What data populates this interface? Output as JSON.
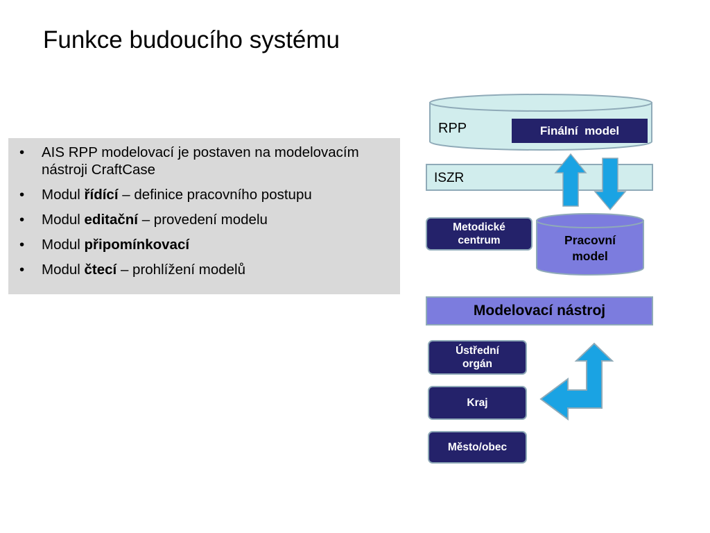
{
  "title": "Funkce budoucího systému",
  "bullets": [
    {
      "pre": "AIS RPP modelovací je postaven na modelovacím nástroji CraftCase",
      "bold": "",
      "post": ""
    },
    {
      "pre": "Modul ",
      "bold": "řídící",
      "post": " – definice pracovního postupu"
    },
    {
      "pre": "Modul ",
      "bold": "editační",
      "post": " – provedení modelu"
    },
    {
      "pre": "Modul ",
      "bold": "připomínkovací",
      "post": ""
    },
    {
      "pre": "Modul ",
      "bold": "čtecí",
      "post": " – prohlížení modelů"
    }
  ],
  "diagram": {
    "rpp_label": "RPP",
    "final_model": "Finální  model",
    "iszr_label": "ISZR",
    "metodicke_centrum": "Metodické centrum",
    "pracovni_model": "Pracovní model",
    "modelovaci_nastroj": "Modelovací nástroj",
    "ustredni_organ": "Ústřední orgán",
    "kraj": "Kraj",
    "mesto_obec": "Město/obec"
  },
  "colors": {
    "cylinder_fill": "#d1eded",
    "cylinder_stroke": "#8faab8",
    "navy": "#24226a",
    "periwinkle": "#7c7cde",
    "arrow_blue": "#1aa3e3",
    "panel_gray": "#d9d9d9"
  }
}
